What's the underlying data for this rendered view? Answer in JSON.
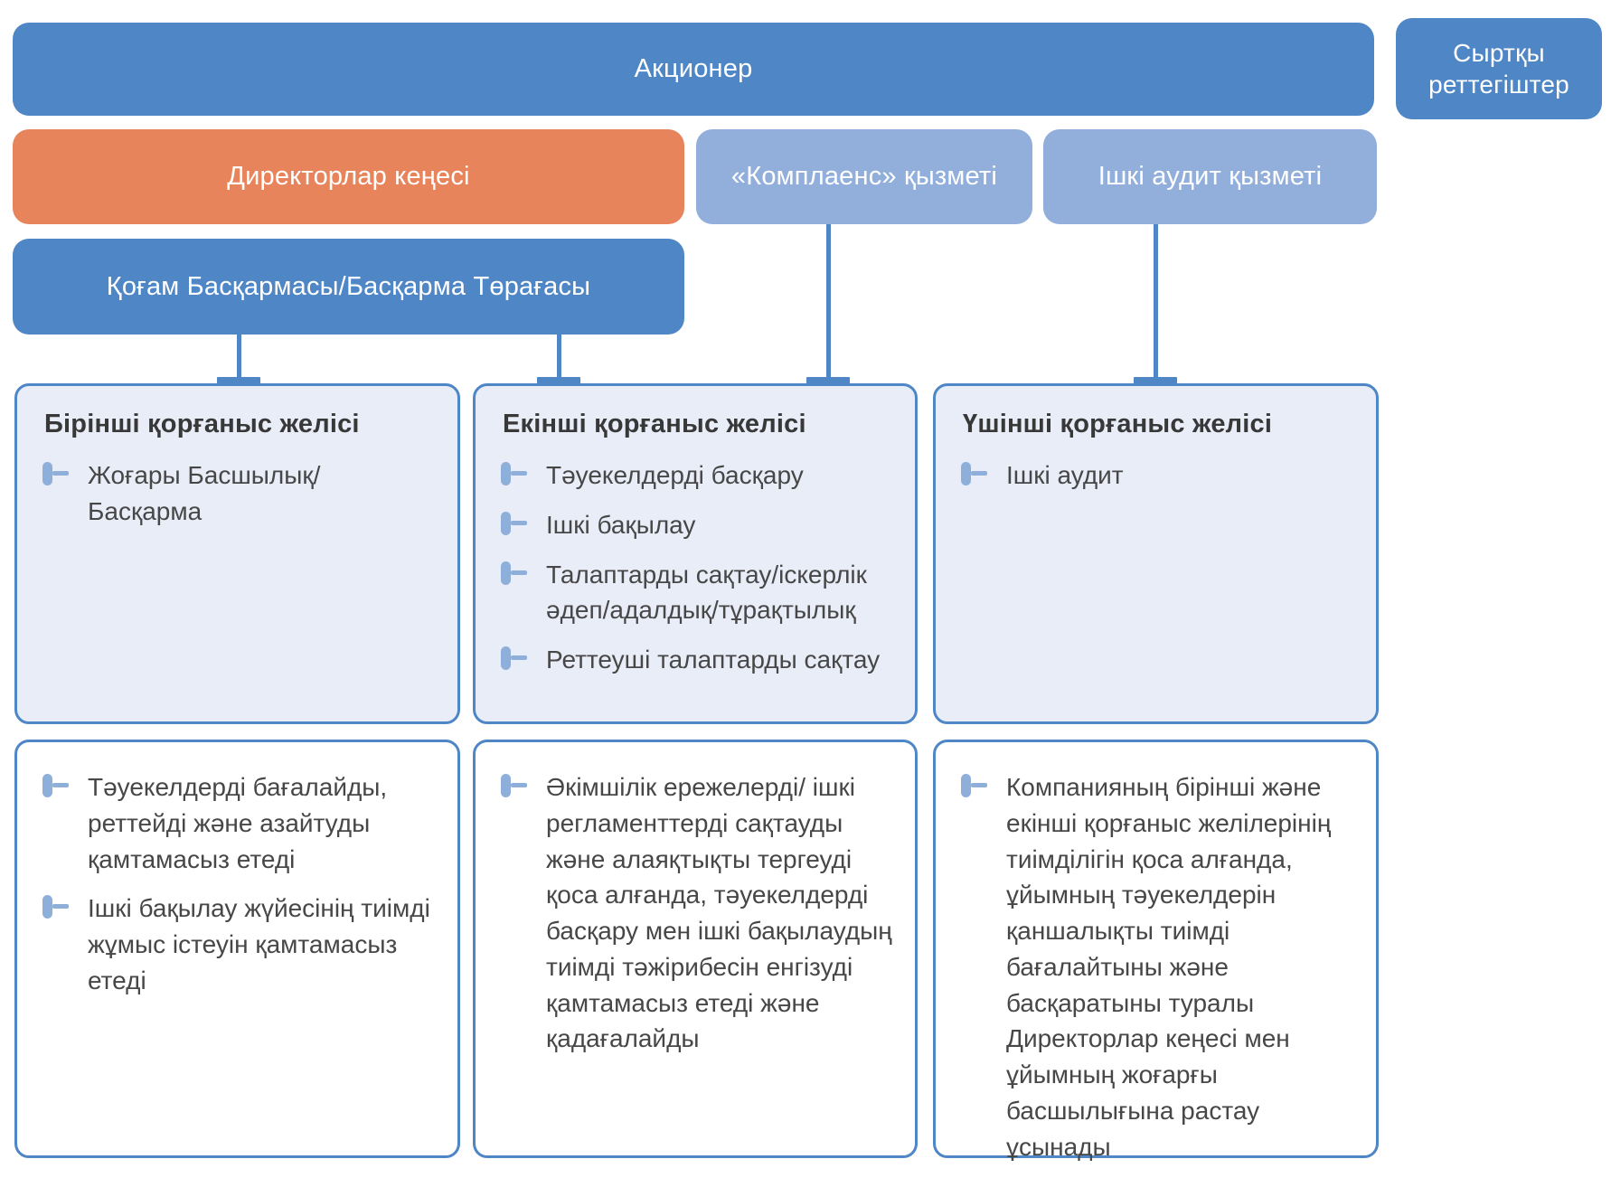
{
  "colors": {
    "primary_blue": "#4e86c6",
    "orange": "#e8845c",
    "light_blue": "#92afdc",
    "panel_fill": "#e9edf8",
    "panel_border": "#4e86c6",
    "bullet_icon": "#8fafdb",
    "heading_text": "#383838",
    "body_text": "#474747"
  },
  "nodes": {
    "shareholder": "Акционер",
    "external_regulators": "Сыртқы реттегіштер",
    "board_of_directors": "Директорлар кеңесі",
    "compliance_service": "«Комплаенс» қызметі",
    "internal_audit_service": "Ішкі аудит қызметі",
    "management_board": "Қоғам Басқармасы/Басқарма Төрағасы"
  },
  "defense_lines": [
    {
      "header": "Бірінші қорғаныс желісі",
      "items": [
        "Жоғары Басшылық/ Басқарма"
      ],
      "responsibilities": [
        "Тәуекелдерді бағалайды, реттейді және азайтуды қамтамасыз етеді",
        "Ішкі бақылау жүйесінің тиімді жұмыс істеуін қамтамасыз етеді"
      ]
    },
    {
      "header": "Екінші қорғаныс желісі",
      "items": [
        "Тәуекелдерді басқару",
        "Ішкі бақылау",
        "Талаптарды сақтау/іскерлік әдеп/адалдық/тұрақтылық",
        "Реттеуші талаптарды сақтау"
      ],
      "responsibilities": [
        "Әкімшілік ережелерді/ ішкі регламенттерді сақтауды және алаяқтықты тергеуді қоса алғанда, тәуекелдерді басқару мен ішкі бақылаудың тиімді тәжірибесін енгізуді қамтамасыз етеді және қадағалайды"
      ]
    },
    {
      "header": "Үшінші қорғаныс желісі",
      "items": [
        "Ішкі аудит"
      ],
      "responsibilities": [
        "Компанияның бірінші және екінші қорғаныс желілерінің тиімділігін қоса алғанда, ұйымның тәуекелдерін қаншалықты тиімді бағалайтыны және басқаратыны туралы Директорлар кеңесі мен ұйымның жоғарғы басшылығына растау ұсынады"
      ]
    }
  ]
}
